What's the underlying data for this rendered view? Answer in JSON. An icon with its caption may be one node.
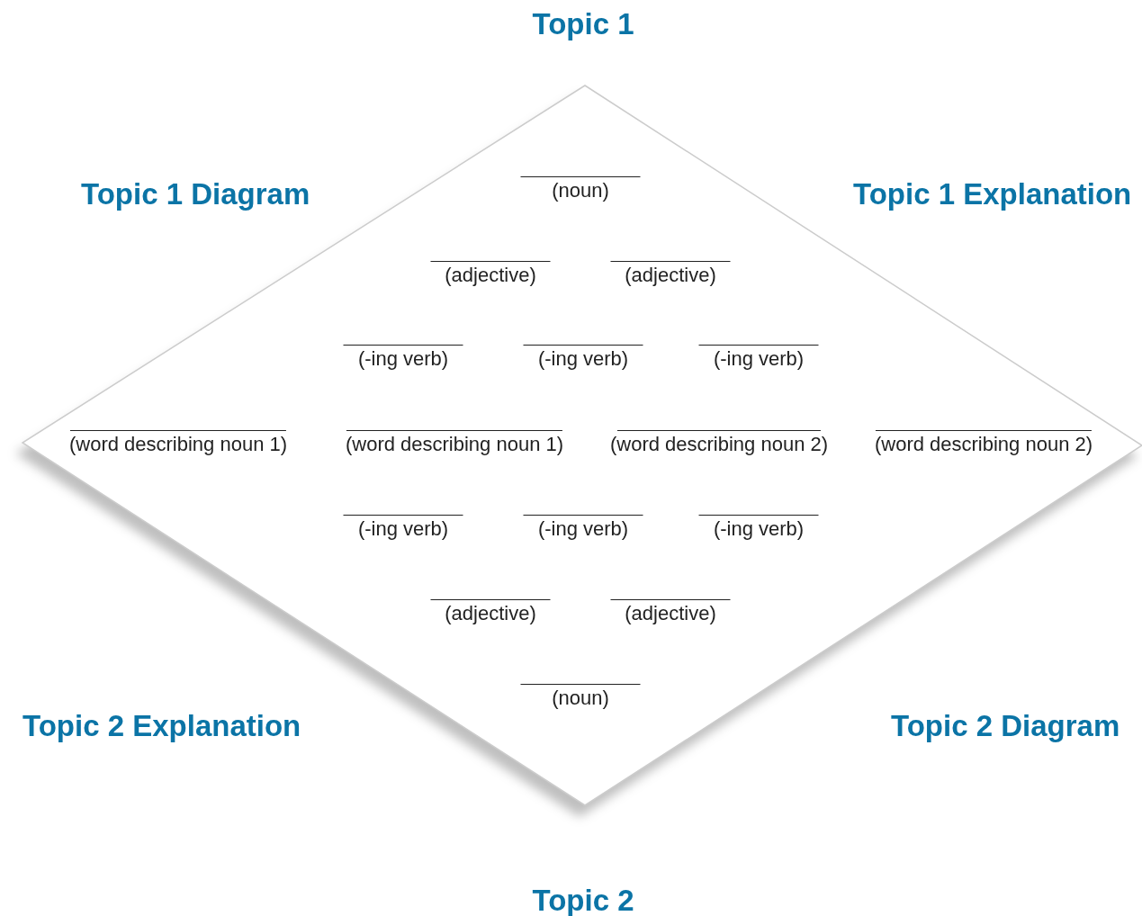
{
  "diagram": {
    "nodes": [
      {
        "text": [
          "(noun)",
          "(adjective)",
          "(adjective)",
          "(-ing verb)",
          "(-ing verb)",
          "(-ing verb)",
          "(word describing noun 1)",
          "(word describing noun 1)",
          "(word describing noun 2)",
          "(word describing noun 2)",
          "(-ing verb)",
          "(-ing verb)",
          "(-ing verb)",
          "(adjective)",
          "(adjective)",
          "(noun)"
        ]
      }
    ],
    "labels": [
      "Topic 1",
      "Topic 1 Diagram",
      "Topic 1 Explanation",
      "Topic 2 Explanation",
      "Topic 2 Diagram",
      "Topic 2"
    ]
  }
}
